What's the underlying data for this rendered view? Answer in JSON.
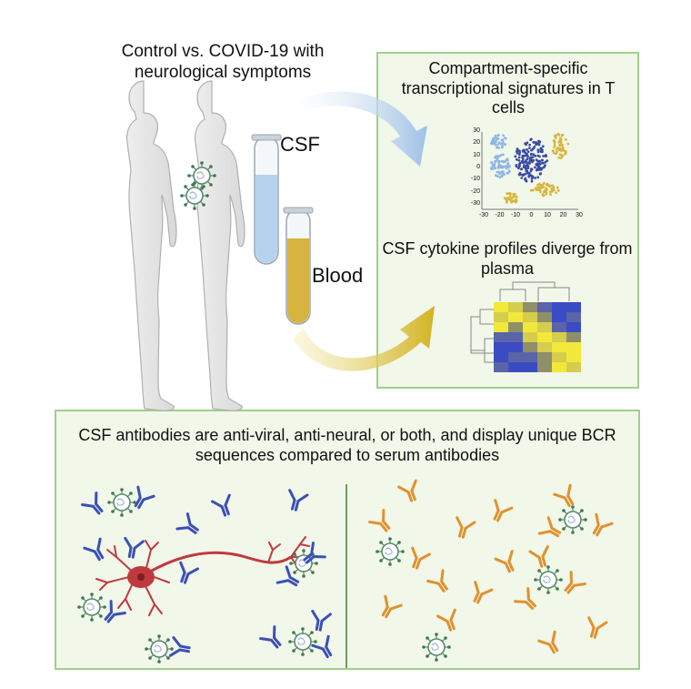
{
  "header": {
    "cohort": "Control vs. COVID-19 with neurological symptoms"
  },
  "tubes": {
    "csf_label": "CSF",
    "blood_label": "Blood"
  },
  "panel_t_cells": {
    "title": "Compartment-specific transcriptional signatures in T cells",
    "x_ticks": [
      "-30",
      "-20",
      "-10",
      "0",
      "10",
      "20",
      "30"
    ],
    "y_ticks": [
      "30",
      "20",
      "10",
      "0",
      "-10",
      "-20",
      "-30"
    ]
  },
  "panel_cytokine": {
    "title": "CSF cytokine profiles diverge from plasma"
  },
  "panel_antibodies": {
    "title": "CSF antibodies are anti-viral, anti-neural, or both, and display unique BCR sequences compared to serum antibodies"
  },
  "colors": {
    "panel_fill": "#f1f7e9",
    "panel_border": "#9fd08a",
    "csf_blue": "#a9c7e8",
    "blood_gold": "#d9b23a",
    "cluster_light_blue": "#8fb6e6",
    "cluster_dark_blue": "#3a4aa6",
    "cluster_gold": "#d8b53b",
    "csf_antibody": "#3b4fb8",
    "serum_antibody": "#e0912e",
    "neuron": "#c0393f",
    "virus": "#5a8a6e"
  }
}
